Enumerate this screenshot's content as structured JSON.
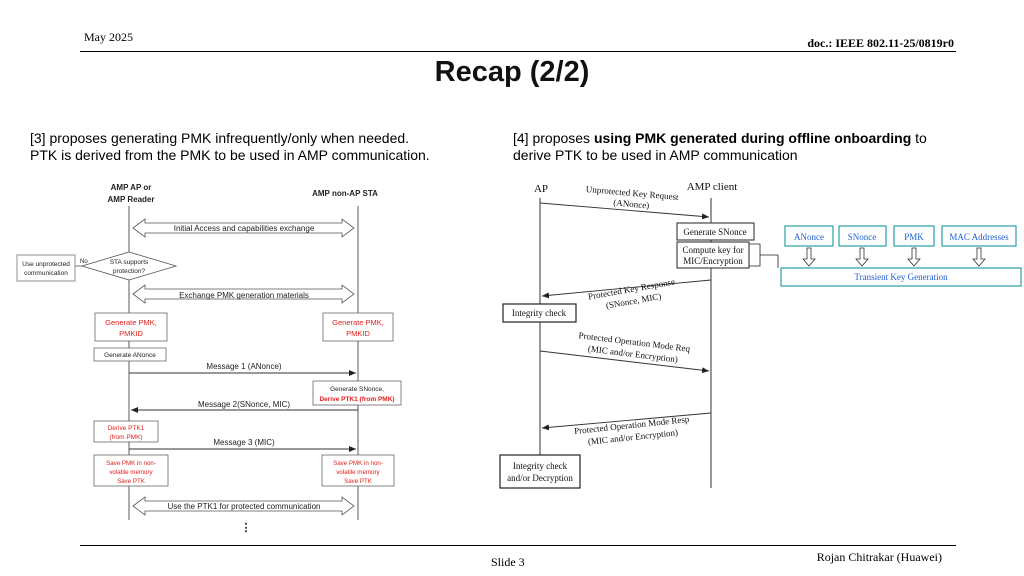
{
  "header": {
    "date": "May 2025",
    "doc_id": "doc.: IEEE 802.11-25/0819r0"
  },
  "title": "Recap (2/2)",
  "left_text": {
    "line1": "[3] proposes generating PMK infrequently/only when needed.",
    "line2": "PTK is derived from the PMK to be used in AMP communication."
  },
  "right_text": {
    "prefix": "[4] proposes ",
    "bold": "using PMK generated during offline onboarding",
    "suffix": " to",
    "line2": "derive PTK to be used in AMP communication"
  },
  "left_diagram": {
    "ap_label_1": "AMP AP or",
    "ap_label_2": "AMP Reader",
    "sta_label": "AMP non-AP STA",
    "initial_access": "Initial Access and capabilities exchange",
    "use_unprotected_1": "Use unprotected",
    "use_unprotected_2": "communication",
    "no_label": "No",
    "decision_1": "STA supports",
    "decision_2": "protection?",
    "exchange_pmk": "Exchange PMK generation materials",
    "gen_pmk_ap_1": "Generate PMK,",
    "gen_pmk_ap_2": "PMKID",
    "gen_pmk_sta_1": "Generate PMK,",
    "gen_pmk_sta_2": "PMKID",
    "gen_anonce": "Generate ANonce",
    "msg1": "Message 1 (ANonce)",
    "gen_snonce_1": "Generate SNonce,",
    "gen_snonce_2": "Derive PTK1 (from PMK)",
    "msg2": "Message 2(SNonce, MIC)",
    "derive_ptk_1": "Derive PTK1",
    "derive_ptk_2": "(from PMK)",
    "msg3": "Message 3 (MIC)",
    "save_ap_1": "Save PMK in non-",
    "save_ap_2": "volatile memory",
    "save_ap_3": "Save PTK",
    "save_sta_1": "Save PMK in non-",
    "save_sta_2": "volatile memory",
    "save_sta_3": "Save PTK",
    "use_ptk": "Use the PTK1 for protected communication",
    "ellipsis": "⋮"
  },
  "right_diagram": {
    "ap": "AP",
    "client": "AMP client",
    "unprotected_req_1": "Unprotected Key Request",
    "unprotected_req_2": "(ANonce)",
    "gen_snonce": "Generate SNonce",
    "compute_key_1": "Compute key for",
    "compute_key_2": "MIC/Encryption",
    "inputs": [
      "ANonce",
      "SNonce",
      "PMK",
      "MAC Addresses"
    ],
    "transient": "Transient Key Generation",
    "protected_resp_1": "Protected Key Response",
    "protected_resp_2": "(SNonce, MIC)",
    "integrity_check": "Integrity check",
    "req_1": "Protected Operation Mode Req",
    "req_2": "(MIC and/or Encryption)",
    "resp_1": "Protected Operation Mode Resp",
    "resp_2": "(MIC and/or Encryption)",
    "integrity_decrypt_1": "Integrity check",
    "integrity_decrypt_2": "and/or Decryption"
  },
  "footer": {
    "slide": "Slide 3",
    "author": "Rojan Chitrakar (Huawei)"
  },
  "colors": {
    "red_text": "#e0201c",
    "blue_text": "#1f5fd0",
    "teal_box": "#2aa0a8"
  }
}
